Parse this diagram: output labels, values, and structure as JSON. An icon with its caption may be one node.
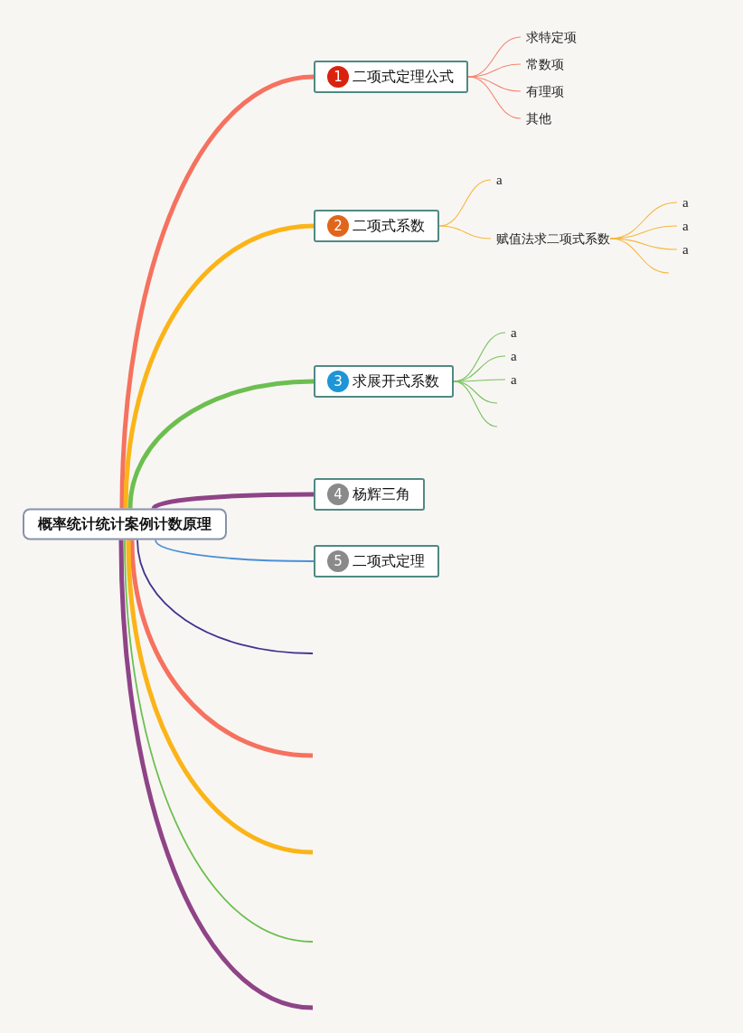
{
  "diagram": {
    "nodes": [
      {
        "text": [
          "概率统计统计案例计数原理"
        ]
      },
      {
        "text": [
          "1",
          "二项式定理公式"
        ]
      },
      {
        "text": [
          "求特定项"
        ]
      },
      {
        "text": [
          "常数项"
        ]
      },
      {
        "text": [
          "有理项"
        ]
      },
      {
        "text": [
          "其他"
        ]
      },
      {
        "text": [
          "2",
          "二项式系数"
        ]
      },
      {
        "text": [
          "a"
        ]
      },
      {
        "text": [
          "赋值法求二项式系数"
        ]
      },
      {
        "text": [
          "a"
        ]
      },
      {
        "text": [
          "a"
        ]
      },
      {
        "text": [
          "a"
        ]
      },
      {
        "text": [
          "3",
          "求展开式系数"
        ]
      },
      {
        "text": [
          "a"
        ]
      },
      {
        "text": [
          "a"
        ]
      },
      {
        "text": [
          "a"
        ]
      },
      {
        "text": [
          "4",
          "杨辉三角"
        ]
      },
      {
        "text": [
          "5",
          "二项式定理"
        ]
      }
    ],
    "edges": [
      {
        "from": 0,
        "to": 1,
        "arrow": "none",
        "style": "thick",
        "color": "#f5725f"
      },
      {
        "from": 0,
        "to": 6,
        "arrow": "none",
        "style": "thick",
        "color": "#fbb418"
      },
      {
        "from": 0,
        "to": 12,
        "arrow": "none",
        "style": "thick",
        "color": "#6cbf4f"
      },
      {
        "from": 0,
        "to": 16,
        "arrow": "none",
        "style": "thick",
        "color": "#8f4487"
      },
      {
        "from": 0,
        "to": 17,
        "arrow": "none",
        "color": "#4a8fd8"
      },
      {
        "from": 0,
        "to": null,
        "arrow": "none",
        "color": "#3e338f"
      },
      {
        "from": 0,
        "to": null,
        "arrow": "none",
        "style": "thick",
        "color": "#f5725f"
      },
      {
        "from": 0,
        "to": null,
        "arrow": "none",
        "style": "thick",
        "color": "#fbb418"
      },
      {
        "from": 0,
        "to": null,
        "arrow": "none",
        "color": "#6cbf4f"
      },
      {
        "from": 0,
        "to": null,
        "arrow": "none",
        "style": "thick",
        "color": "#8f4487"
      },
      {
        "from": 1,
        "to": 2,
        "arrow": "none",
        "color": "#f5846f"
      },
      {
        "from": 1,
        "to": 3,
        "arrow": "none",
        "color": "#f5846f"
      },
      {
        "from": 1,
        "to": 4,
        "arrow": "none",
        "color": "#f5846f"
      },
      {
        "from": 1,
        "to": 5,
        "arrow": "none",
        "color": "#f5846f"
      },
      {
        "from": 6,
        "to": 7,
        "arrow": "none",
        "color": "#f6b73c"
      },
      {
        "from": 6,
        "to": 8,
        "arrow": "none",
        "color": "#f6b73c"
      },
      {
        "from": 8,
        "to": 9,
        "arrow": "none",
        "color": "#f6b73c"
      },
      {
        "from": 8,
        "to": 10,
        "arrow": "none",
        "color": "#f6b73c"
      },
      {
        "from": 8,
        "to": 11,
        "arrow": "none",
        "color": "#f6b73c"
      },
      {
        "from": 8,
        "to": null,
        "arrow": "none",
        "color": "#f6b73c"
      },
      {
        "from": 12,
        "to": 13,
        "arrow": "none",
        "color": "#76c25c"
      },
      {
        "from": 12,
        "to": 14,
        "arrow": "none",
        "color": "#76c25c"
      },
      {
        "from": 12,
        "to": 15,
        "arrow": "none",
        "color": "#76c25c"
      },
      {
        "from": 12,
        "to": null,
        "arrow": "none",
        "color": "#76c25c"
      },
      {
        "from": 12,
        "to": null,
        "arrow": "none",
        "color": "#76c25c"
      }
    ]
  }
}
